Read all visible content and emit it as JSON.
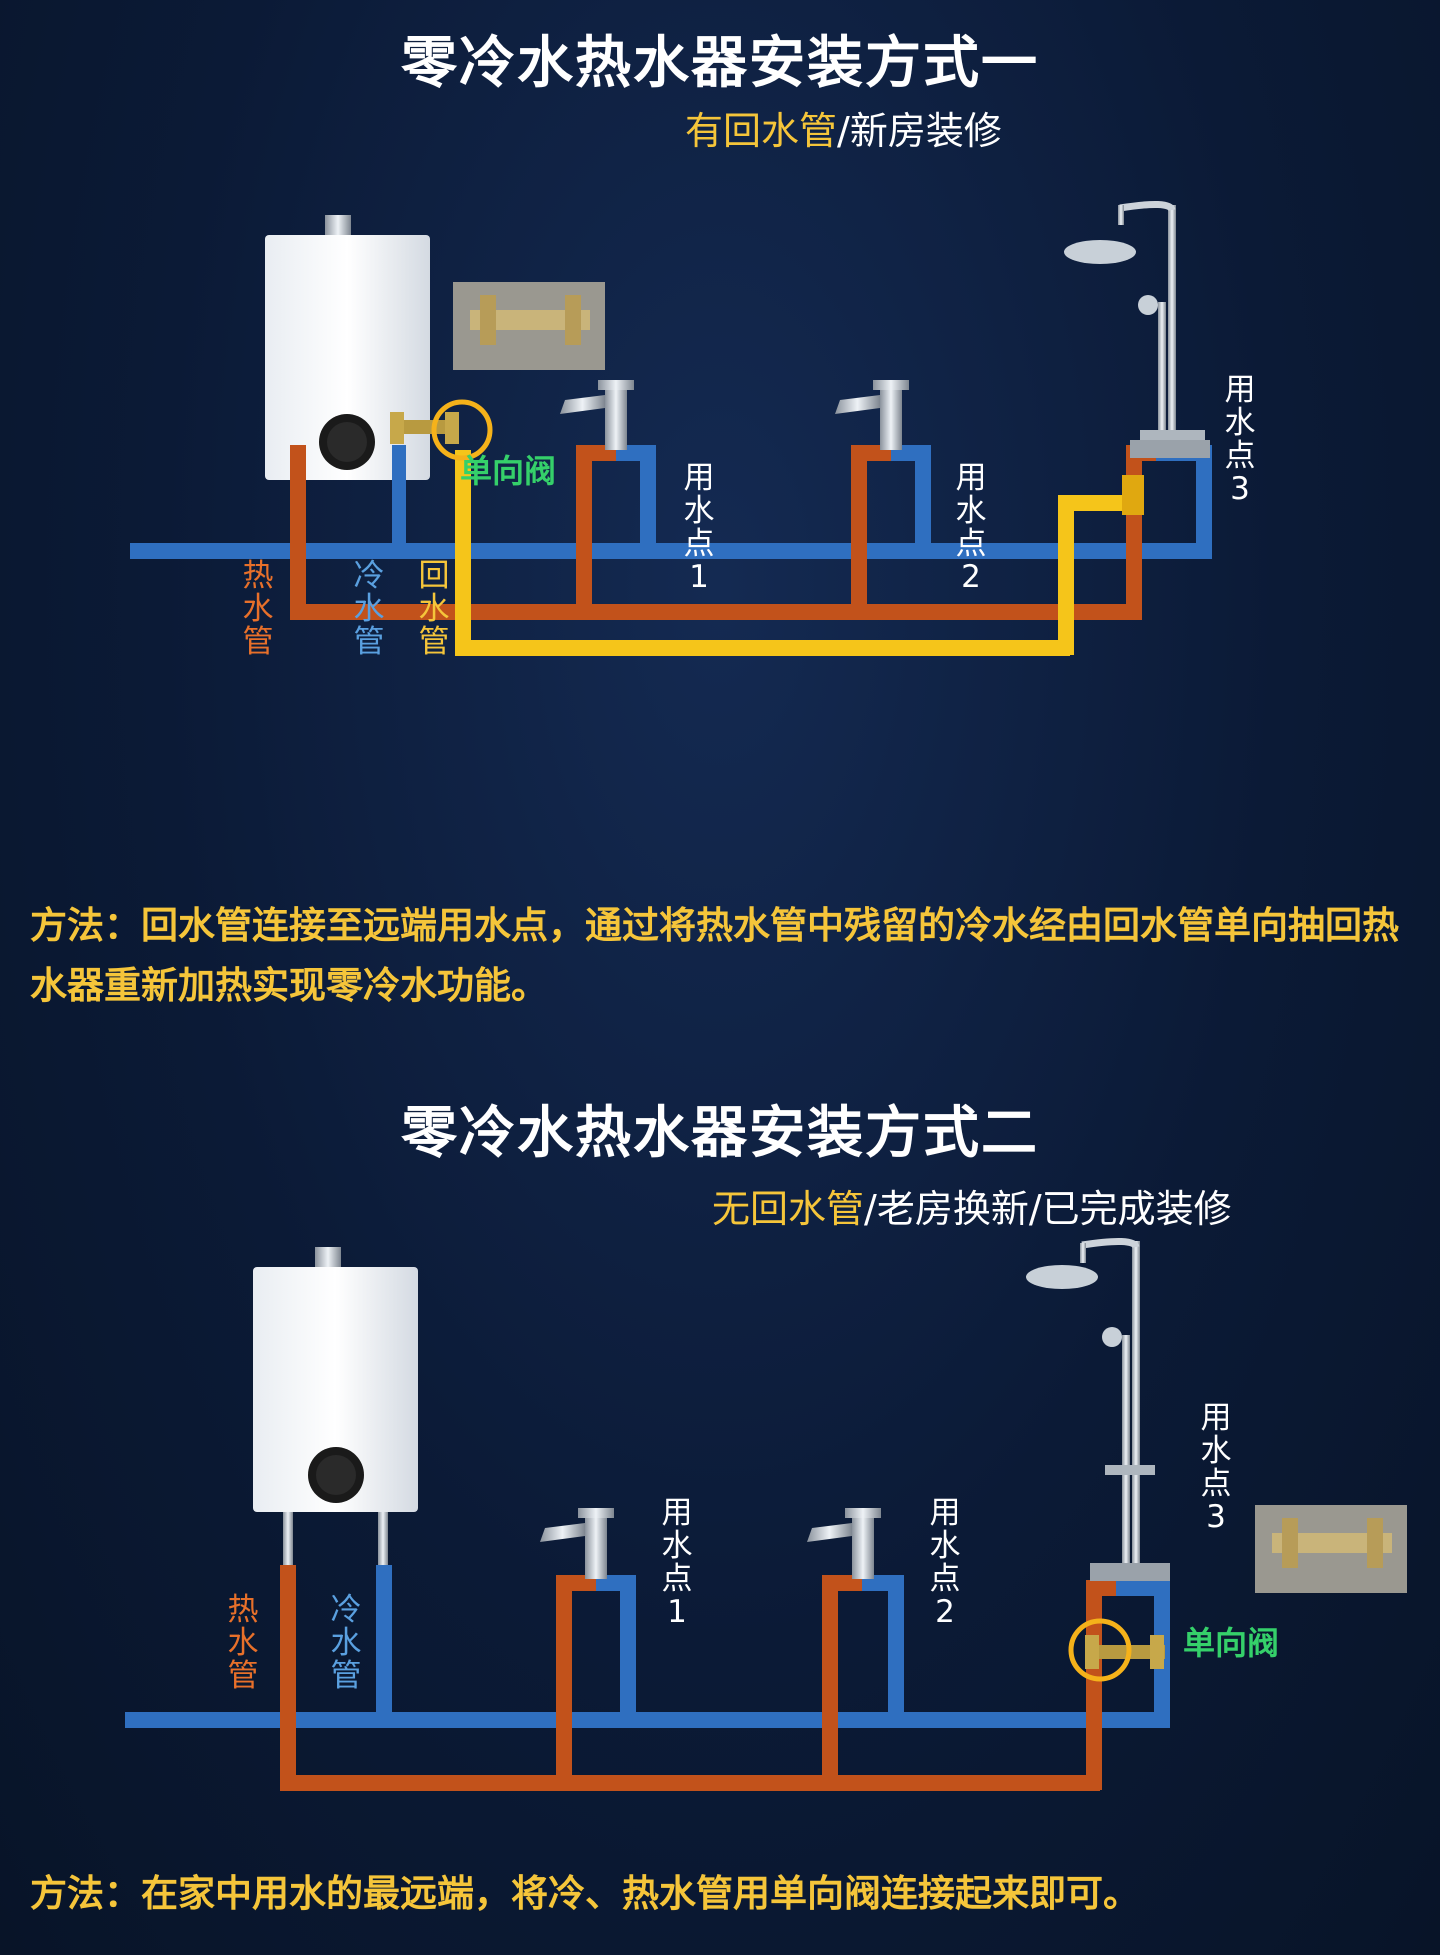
{
  "section1": {
    "title": "零冷水热水器安装方式一",
    "subtitle_highlight": "有回水管",
    "subtitle_rest": "/新房装修",
    "labels": {
      "hot": "热水管",
      "cold": "冷水管",
      "return": "回水管",
      "valve": "单向阀",
      "point1": "用水点1",
      "point2": "用水点2",
      "point3": "用水点3"
    },
    "method": "方法：回水管连接至远端用水点，通过将热水管中残留的冷水经由回水管单向抽回热水器重新加热实现零冷水功能。"
  },
  "section2": {
    "title": "零冷水热水器安装方式二",
    "subtitle_highlight": "无回水管",
    "subtitle_rest": "/老房换新/已完成装修",
    "labels": {
      "hot": "热水管",
      "cold": "冷水管",
      "valve": "单向阀",
      "point1": "用水点1",
      "point2": "用水点2",
      "point3": "用水点3"
    },
    "method": "方法：在家中用水的最远端，将冷、热水管用单向阀连接起来即可。"
  },
  "colors": {
    "hot_pipe": "#c2521b",
    "cold_pipe": "#2f6fc0",
    "return_pipe": "#f5c51a",
    "valve_label": "#35d06a",
    "highlight": "#f5c53a"
  }
}
